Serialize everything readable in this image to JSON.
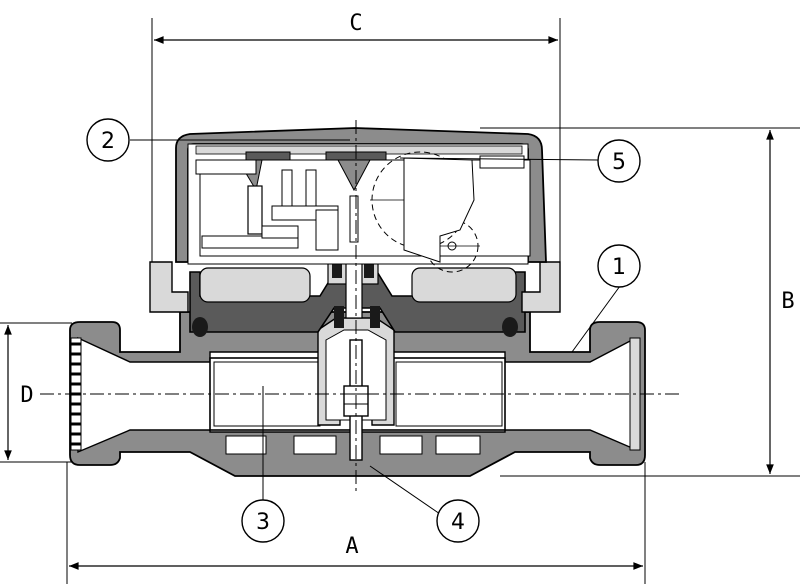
{
  "dimensions": {
    "A": "A",
    "B": "B",
    "C": "C",
    "D": "D"
  },
  "callouts": {
    "c1": "1",
    "c2": "2",
    "c3": "3",
    "c4": "4",
    "c5": "5"
  },
  "colors": {
    "line": "#000000",
    "body_gray": "#8c8c8c",
    "dark_gray": "#5a5a5a",
    "light_gray": "#d9d9d9",
    "background": "#ffffff"
  }
}
